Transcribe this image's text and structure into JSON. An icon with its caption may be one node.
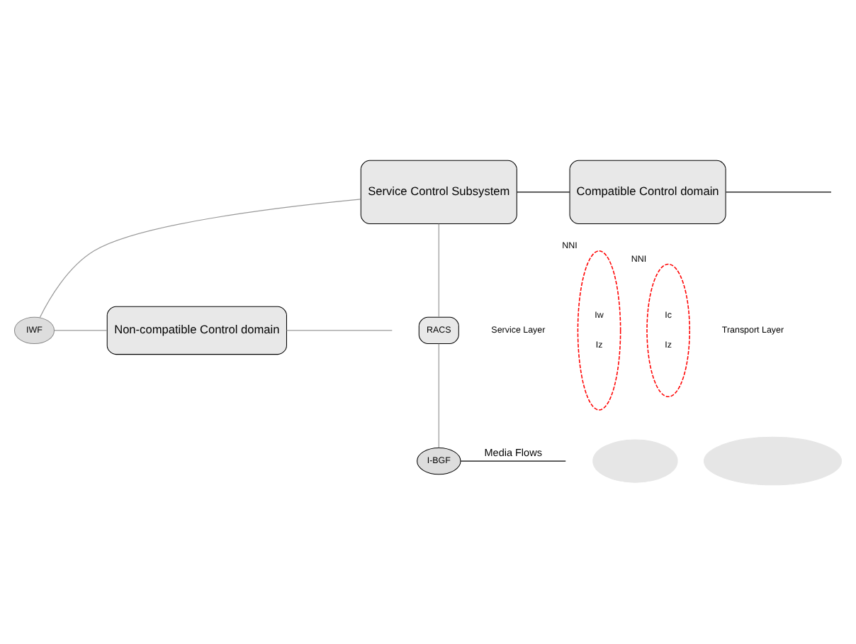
{
  "diagram": {
    "nodes": [
      {
        "text": [
          "IWF"
        ]
      },
      {
        "text": [
          "Non-compatible Control domain"
        ]
      },
      {
        "text": [
          "Service Control Subsystem"
        ]
      },
      {
        "text": [
          "Compatible Control domain"
        ]
      },
      {
        "text": [
          "Iw",
          "Iz"
        ],
        "beside": [
          "NNI"
        ]
      },
      {
        "text": [
          "Ic",
          "Iz"
        ],
        "beside": [
          "NNI"
        ]
      },
      {
        "text": [
          "RACS"
        ]
      },
      {
        "text": [],
        "shape": "cloud"
      },
      {
        "text": [
          "I-BGF"
        ]
      },
      {
        "text": [],
        "shape": "cloud"
      }
    ],
    "edges": [
      {
        "from": 2,
        "to": 0,
        "arrow": "none"
      },
      {
        "from": 0,
        "to": 1,
        "arrow": "none"
      },
      {
        "from": 1,
        "to": null,
        "arrow": "none"
      },
      {
        "from": 2,
        "to": 3,
        "arrow": "none",
        "color": "#000000"
      },
      {
        "from": 3,
        "to": null,
        "arrow": "none",
        "color": "#000000"
      },
      {
        "from": 2,
        "to": 6,
        "arrow": "none"
      },
      {
        "from": 6,
        "to": 8,
        "arrow": "none"
      },
      {
        "from": 8,
        "to": null,
        "arrow": "none",
        "label": "Media Flows",
        "color": "#000000"
      }
    ],
    "labels": [
      "Service Layer",
      "Transport Layer"
    ]
  }
}
